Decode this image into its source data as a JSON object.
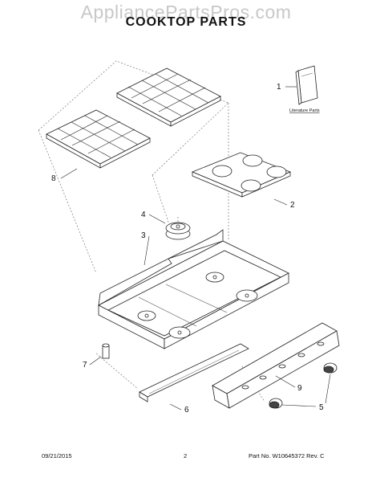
{
  "watermark": "AppliancePartsPros.com",
  "title": "COOKTOP PARTS",
  "callouts": {
    "c1": "1",
    "c2": "2",
    "c3": "3",
    "c4": "4",
    "c5": "5",
    "c6": "6",
    "c7": "7",
    "c8": "8",
    "c9": "9"
  },
  "literature_label": "Literature Parts",
  "footer": {
    "date": "09/21/2015",
    "page": "2",
    "part_no": "Part No.  W10645372  Rev.  C"
  },
  "colors": {
    "line": "#222222",
    "watermark": "#c8c8c8",
    "dashed": "#555555"
  }
}
